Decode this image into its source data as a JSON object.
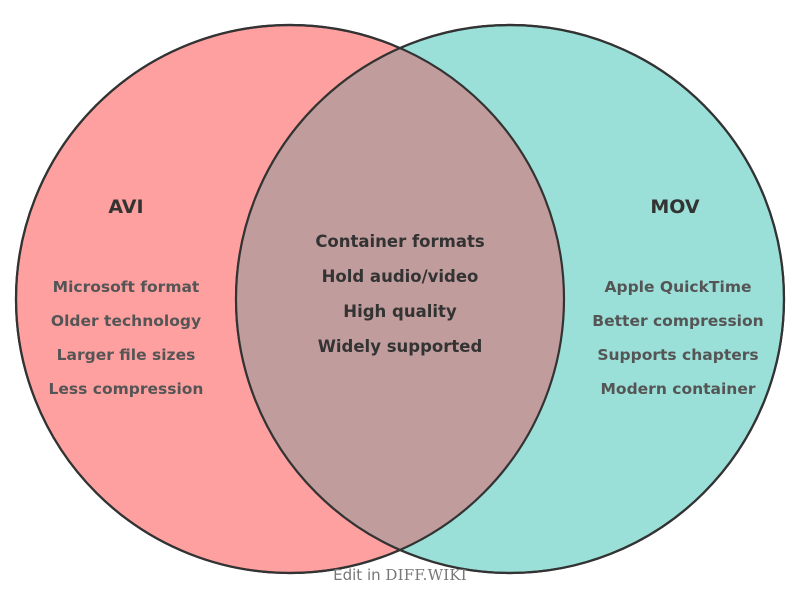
{
  "diagram": {
    "type": "venn-2-set",
    "background_color": "#ffffff",
    "stroke_color": "#333333",
    "left": {
      "title": "AVI",
      "fill_color": "#ffa0a0",
      "items": [
        "Microsoft format",
        "Older technology",
        "Larger file sizes",
        "Less compression"
      ]
    },
    "right": {
      "title": "MOV",
      "fill_color": "#9ae0d8",
      "items": [
        "Apple QuickTime",
        "Better compression",
        "Supports chapters",
        "Modern container"
      ]
    },
    "intersection": {
      "fill_color": "#c19c9c",
      "items": [
        "Container formats",
        "Hold audio/video",
        "High quality",
        "Widely supported"
      ]
    }
  },
  "footer": {
    "prefix": "Edit in ",
    "brand": "DIFF.WIKI",
    "color": "#777777"
  }
}
